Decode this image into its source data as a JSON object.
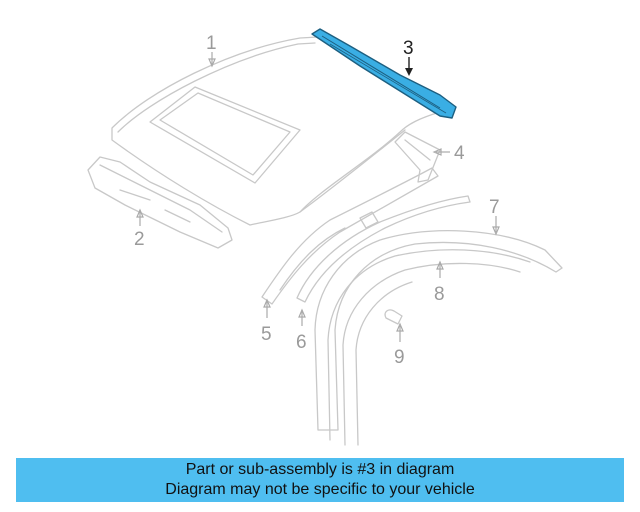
{
  "diagram": {
    "callouts": [
      "1",
      "2",
      "3",
      "4",
      "5",
      "6",
      "7",
      "8",
      "9"
    ],
    "highlight_callout": "3",
    "highlight_color": "#3aaee4",
    "line_color": "#c8c8c8"
  },
  "banner": {
    "line1": "Part or sub-assembly is #3 in diagram",
    "line2": "Diagram may not be specific to your vehicle",
    "background": "#4fbef0"
  }
}
